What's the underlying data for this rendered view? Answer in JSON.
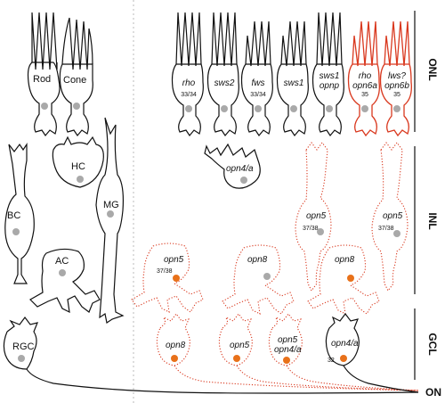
{
  "reference_cells": {
    "rod": "Rod",
    "cone": "Cone",
    "hc": "HC",
    "bc": "BC",
    "mg": "MG",
    "ac": "AC",
    "rgc": "RGC"
  },
  "photoreceptors": [
    {
      "gene": "rho",
      "num": "33/34"
    },
    {
      "gene": "sws2",
      "num": ""
    },
    {
      "gene": "fws",
      "num": "33/34"
    },
    {
      "gene": "sws1",
      "num": ""
    },
    {
      "gene": "sws1",
      "gene2": "opnp",
      "num": ""
    },
    {
      "gene": "rho",
      "gene2": "opn6a",
      "num": "35"
    },
    {
      "gene": "lws?",
      "gene2": "opn6b",
      "num": "35"
    }
  ],
  "inl_cells": {
    "hc_gene": "opn4/a",
    "bc1_gene": "opn5",
    "bc1_num": "37/38",
    "bc2_gene": "opn5",
    "bc2_num": "37/38",
    "ac1_gene": "opn5",
    "ac1_num": "37/38",
    "ac2_gene": "opn8",
    "ac3_gene": "opn8"
  },
  "gcl_cells": {
    "g1": "opn8",
    "g2": "opn5",
    "g3a": "opn5",
    "g3b": "opn4/a",
    "g4": "opn4/a",
    "g4_num": "32"
  },
  "layers": {
    "onl": "ONL",
    "inl": "INL",
    "gcl": "GCL",
    "on": "ON"
  },
  "colors": {
    "black": "#111111",
    "red": "#d9381e",
    "orange_fill": "#e8711a",
    "grey_fill": "#a9a9a9"
  }
}
